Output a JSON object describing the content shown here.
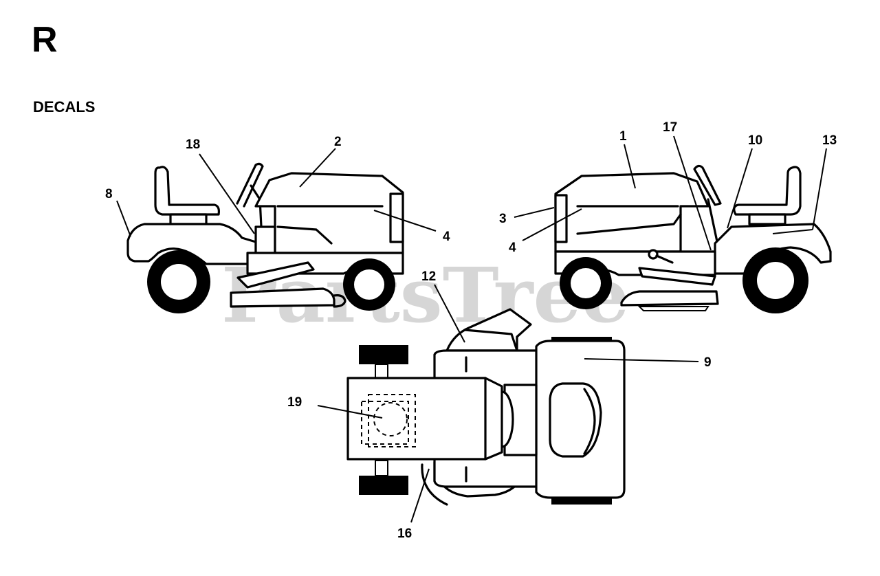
{
  "page": {
    "letter": "R",
    "section": "DECALS"
  },
  "watermark": {
    "text": "PartsTree",
    "tm": "TM"
  },
  "callouts": [
    {
      "id": "c18",
      "label": "18"
    },
    {
      "id": "c2",
      "label": "2"
    },
    {
      "id": "c8",
      "label": "8"
    },
    {
      "id": "c4l",
      "label": "4"
    },
    {
      "id": "c1",
      "label": "1"
    },
    {
      "id": "c17",
      "label": "17"
    },
    {
      "id": "c10",
      "label": "10"
    },
    {
      "id": "c13",
      "label": "13"
    },
    {
      "id": "c3",
      "label": "3"
    },
    {
      "id": "c4r",
      "label": "4"
    },
    {
      "id": "c12",
      "label": "12"
    },
    {
      "id": "c9",
      "label": "9"
    },
    {
      "id": "c19",
      "label": "19"
    },
    {
      "id": "c16",
      "label": "16"
    }
  ]
}
